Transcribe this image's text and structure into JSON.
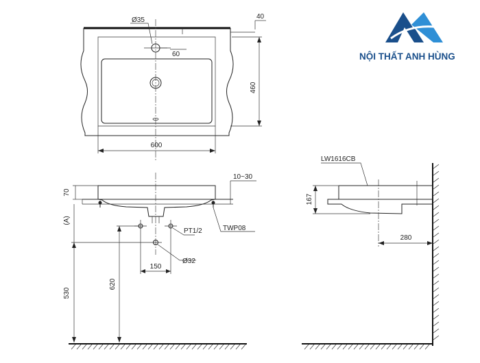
{
  "brand": {
    "name": "NỘI THẤT ANH HÙNG",
    "logo_icon": "mountain-logo-icon",
    "colors": {
      "primary": "#1a4f8b",
      "accent": "#2f8fd6"
    }
  },
  "top_view": {
    "hole_diameter": "Ø35",
    "top_offset": "40",
    "hole_offset": "60",
    "depth": "460",
    "width": "600"
  },
  "front_view": {
    "rim_height": "70",
    "counter_range": "10~30",
    "label_a": "(A)",
    "pipe_thread": "PT1/2",
    "bracket_model": "TWP08",
    "pipe_spacing": "150",
    "drain_diameter": "Ø32",
    "height_floor": "530",
    "height_drain": "620"
  },
  "side_view": {
    "model": "LW1616CB",
    "height": "167",
    "projection": "280"
  }
}
